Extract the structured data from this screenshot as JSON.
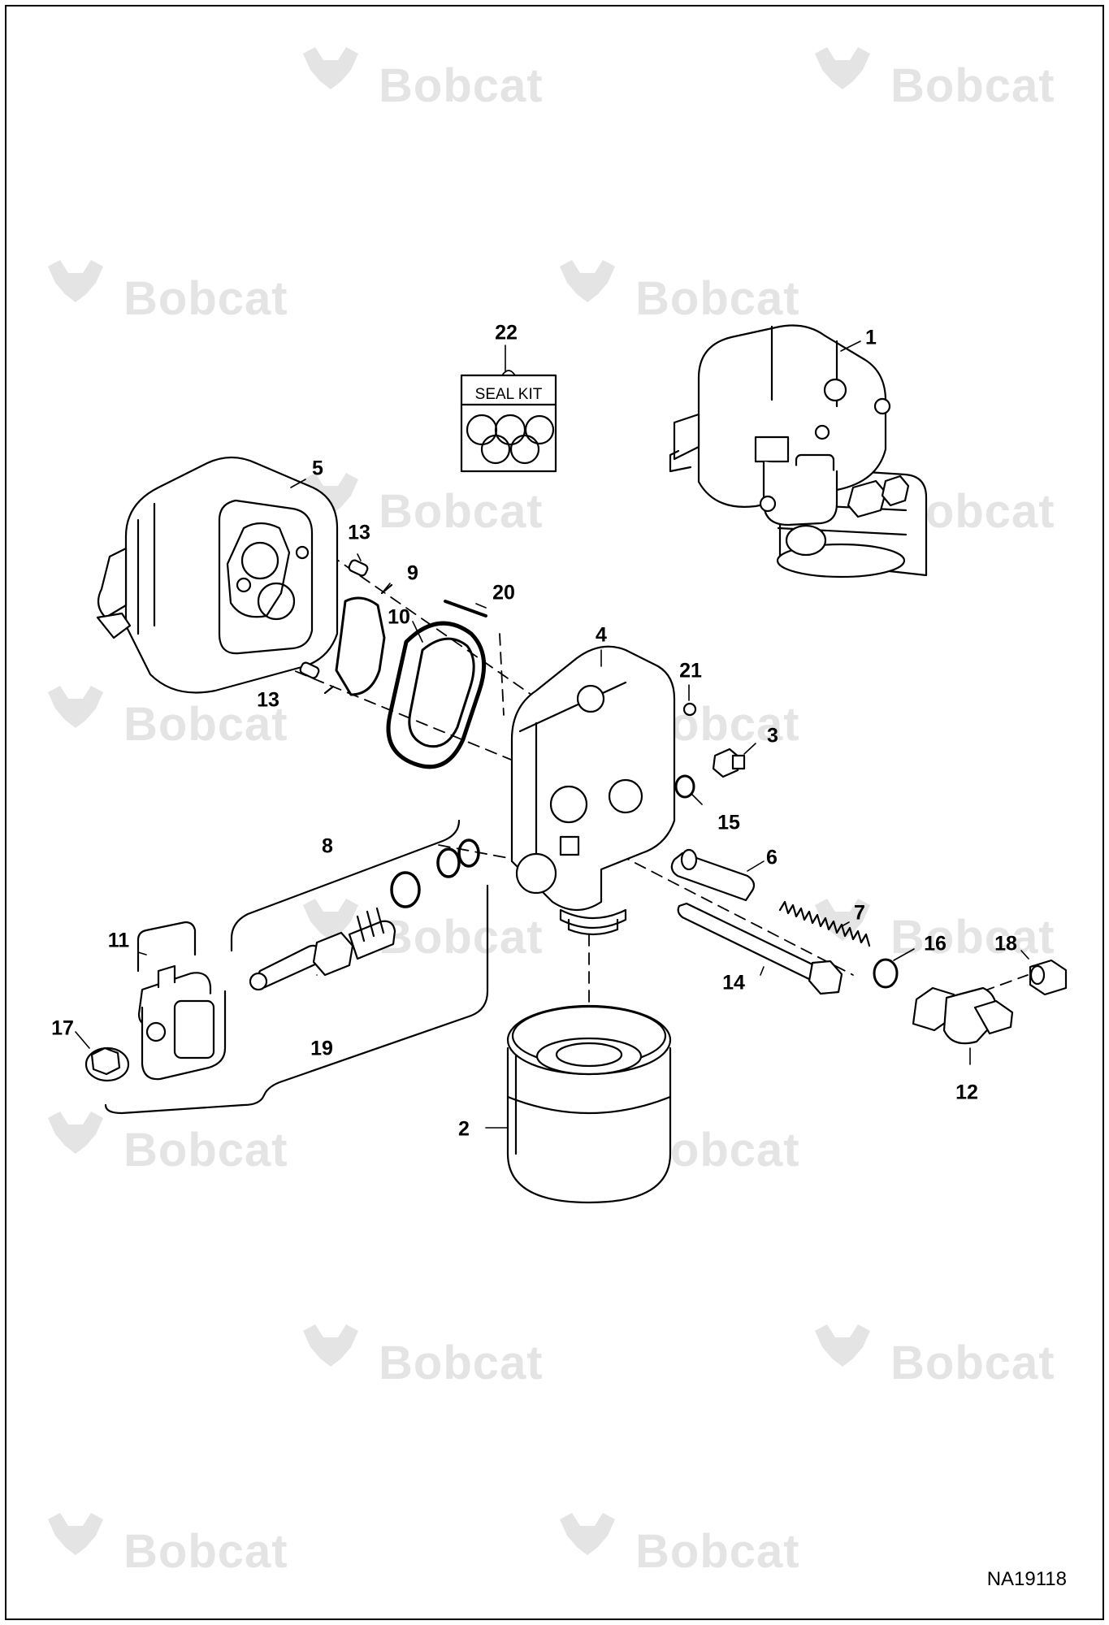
{
  "watermark": {
    "brand": "Bobcat",
    "color": "#e4e4e4"
  },
  "seal_kit_label": "SEAL KIT",
  "figure_ref": "NA19118",
  "callouts": [
    "1",
    "2",
    "3",
    "4",
    "5",
    "6",
    "7",
    "8",
    "9",
    "10",
    "11",
    "12",
    "13",
    "13",
    "14",
    "15",
    "16",
    "17",
    "18",
    "19",
    "20",
    "21",
    "22"
  ]
}
